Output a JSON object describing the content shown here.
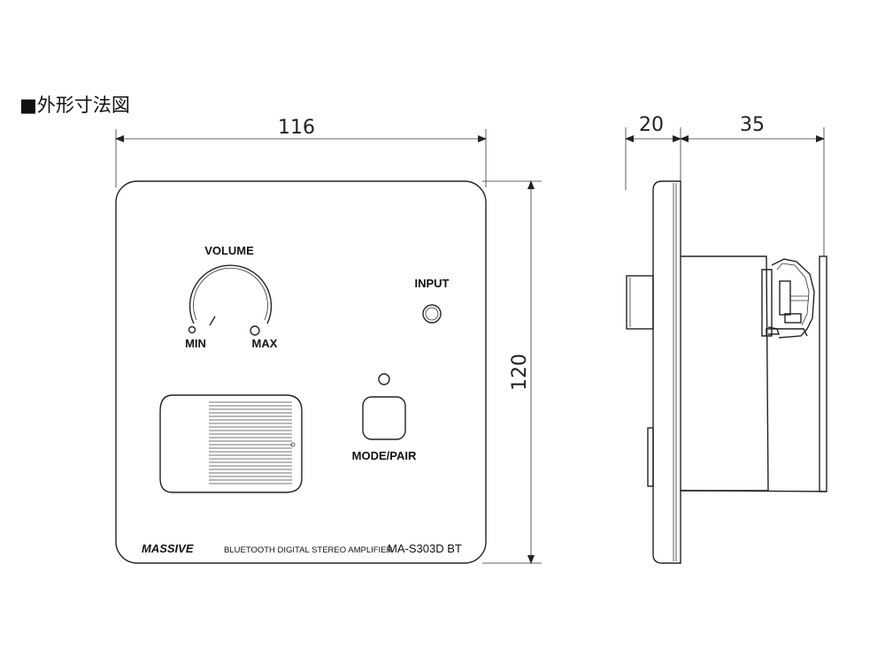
{
  "title": "■外形寸法図",
  "dimensions": {
    "width": "116",
    "height": "120",
    "side_front": "20",
    "side_back": "35"
  },
  "front_panel": {
    "volume_label": "VOLUME",
    "min_label": "MIN",
    "max_label": "MAX",
    "input_label": "INPUT",
    "mode_label": "MODE/PAIR",
    "brand": "MASSIVE",
    "product_desc": "BLUETOOTH DIGITAL STEREO AMPLIFIER",
    "model": "MA-S303D BT"
  }
}
